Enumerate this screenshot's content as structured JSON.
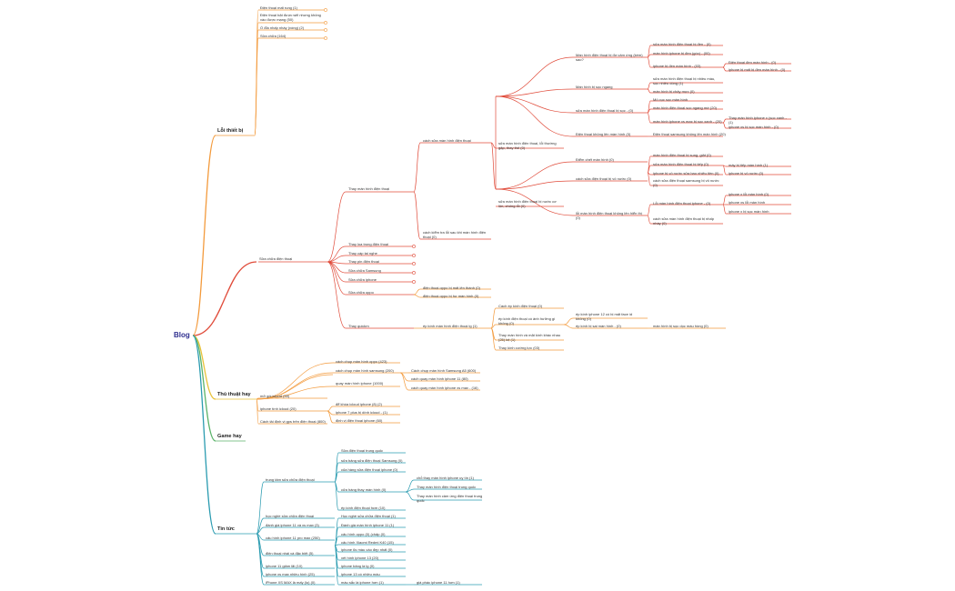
{
  "root": "Blog",
  "categories": {
    "loi_thiet_bi": "Lỗi thiết bị",
    "sua_chua": "Sửa chữa điện thoại",
    "thu_thuat": "Thủ thuật hay",
    "game": "Game hay",
    "tin_tuc": "Tin tức"
  },
  "loi_thiet_bi": [
    "Điện thoại mất rung (1)",
    "Điện thoại bật được wifi nhưng không vào được mạng (50)",
    "Ổ đĩa nhấp nháy (vòng) (2)",
    "Sửa chữa (164)"
  ],
  "sua_chua": {
    "thay_man_hinh": "Thay màn hình điện thoại",
    "cach_sua": "cách sửa màn hình điện thoại",
    "cach_kiem_tra": "cách kiểm tra lỗi sau khi màn hình điện thoại (0)",
    "nhom1_lbl": "sửa màn hình điện thoại, lỗi thường gặp, thay thế (0)",
    "mh_dien_thoai_bi": "Màn hình điện thoại bị đơ cảm ứng (kém) sao?",
    "mh_bi_soc": "Màn hình bị sọc ngang",
    "sua_mh_soc": "sửa màn hình điện thoại bị sọc - (0)",
    "dt_khong_len_mh": "Điện thoại không lên màn hình (0)",
    "sub_a": [
      "sửa màn hình điện thoại bị đen - (0)",
      "màn hình iphone bị đen (góc) - (00)",
      "iphone bị đen màn hình - (03)"
    ],
    "sub_a2": [
      "Điện thoại đen màn hình - (0)",
      "iphone bị mất bị đen màn hình - (0)"
    ],
    "sub_b": [
      "sửa màn hình điện thoại bị nhiều màu, sọc nhiều dòng (1)",
      "màn hình bị chảy mực (0)"
    ],
    "sub_c": [
      "Mô cục sọc màn hình",
      "màn hình điện thoại sọc ngang mờ (20)",
      "màn hình iphone xs max bị sọc xanh - (20)"
    ],
    "sub_c2": [
      "Thay màn hình iphone x (sọc xanh - (1)",
      "iphone xs bị sọc màn hình - (0)"
    ],
    "sub_d": "Điện thoại samsung không lên màn hình (20)",
    "nhom2_lbl": "sửa màn hình điện thoại bị nước cơ lộn, chống lỗi (0)",
    "diem_chet": "Điểm chết màn hình (0)",
    "cach_sua_nuoc": "cách sửa điện thoại bị vô nước (0)",
    "loi_mh_khong": "lỗi màn hình điện thoại không lên hiển thị (0)",
    "sub_e": [
      "màn hình điện thoại bị sụng, giật (0)",
      "sửa màn hình điện thoại bị tiếp (0)",
      "iphone bị vô nước sửa bao nhiêu tiền (0)",
      "cách sửa điện thoại samsung bị vô nước (0)"
    ],
    "sub_e2": [
      "máy bị tiếp màn hình (1)",
      "iphone bị vô nước (0)"
    ],
    "sub_f": [
      "Lỗi màn hình điện thoại iphone - (0)",
      "cách sửa màn hình điện thoại bị nhấp nháy (0)"
    ],
    "sub_f2": [
      "iphone x lỗi màn hình (0)",
      "iphone xs lỗi màn hình",
      "iphone x bị sọc màn hình"
    ],
    "items": [
      "Thay loa trong điện thoại",
      "Thay cáp tai nghe",
      "Thay pin điện thoại",
      "Sửa chữa Samsung",
      "Sửa chữa iphone",
      "Sửa chữa oppo",
      "Thay quickm"
    ],
    "oppo_sub": [
      "điện thoại oppo bị mất lên thành (0)",
      "điện thoại oppo bị hư màn hình (0)"
    ],
    "quickm_sub": "ép kính màn hình điện thoại lg (1)",
    "quickm_sub2": [
      "Cách ép kính điện thoại (0)",
      "ép kính điện thoại có ảnh hưởng gì không (0)",
      "Thay màn hình và mặt kính khác nhau (25) kệ (1)",
      "Thay kính cường lực (03)"
    ],
    "quickm_sub3": [
      "ép kính iphone 12 có bị mất face id không (0)",
      "ép kính bị sai màn hình - (0)"
    ],
    "quickm_sub4": "màn hình bị sọc dọc màu hồng (0)"
  },
  "thu_thuat": {
    "group1": "cách chụp màn hình",
    "g1_items": [
      "cách chụp màn hình oppo (423)",
      "cách chụp màn hình samsung (200)",
      "quay màn hình iphone (1000)"
    ],
    "g1_sub": [
      "Cách chụp màn hình Samsung A5 (600)",
      "cách quay màn hình iphone 11 (80)",
      "cách quay màn hình iphone xs max - (16)"
    ],
    "group2": "mở gói icloud (35)",
    "g2_items": [
      "iphone tính icloud (20)",
      "Cách tải định vị gps trên điện thoại (800)"
    ],
    "g2_sub": [
      "để khóa icloud iphone (8) (2)",
      "iphone 7 plus bị dính icloud - (1)",
      "định vị điện thoại iphone (60)"
    ]
  },
  "tin_tuc": {
    "group1": "trung tâm sửa chữa điện thoại",
    "g1_items": [
      "Sửa điện thoại trung quốc",
      "sửa bảng sửa điện thoại Samsung (0)",
      "của hàng sửa điện thoại iphone (0)",
      "cửa hàng thay màn hình (0)",
      "ép kính điện thoại hcm (10)"
    ],
    "g1_sub": [
      "chỗ thay màn hình iphone uy tín (1)",
      "Thay màn hình điện thoại trung quốc",
      "Thay màn hình cảm ứng điện thoại trung quốc"
    ],
    "items": [
      "học nghề sửa chữa điện thoại",
      "đánh giá iphone 11 và xs max (3)",
      "cấu hình iphone 11 pro max (250)",
      "điện thoại nhái và đặc biệt (5)",
      "iphone 11 giảm lãi (10)",
      "iphone xs max nhiều hình (25)",
      "iPhone XS MAX là mấy (lọ) (0)"
    ],
    "items_sub": [
      "Học nghề sửa chữa điện thoại (1)",
      "Đánh giá màn hình iphone 11 (1)",
      "cấu hình oppo (0) (chấp (0)",
      "cấu hình Xiaomi Redmi K40 (15)",
      "iphone 6s màu cáo đẹp nhất (0)",
      "xét hình iphone 13 (20)",
      "iphone bảng là lg (0)",
      "iphone 13 có nhiều màu",
      "màu sắc là iphone hơn (1)"
    ],
    "extra": "giá phác iphone 11 hơn (1)"
  }
}
